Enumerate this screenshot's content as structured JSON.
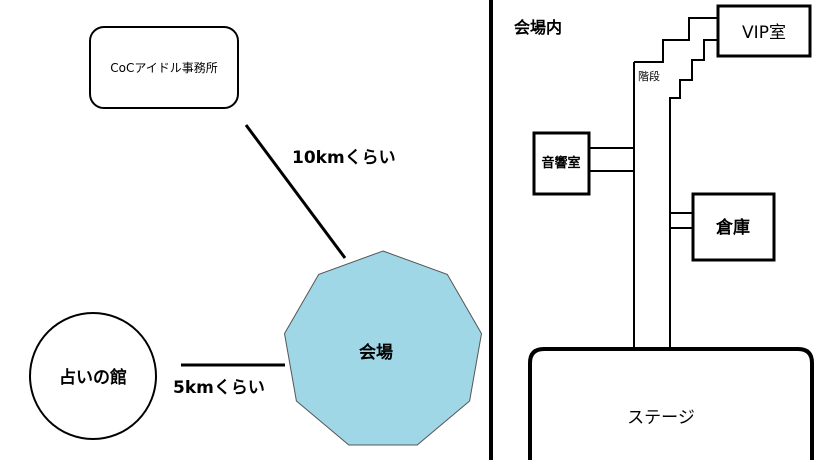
{
  "left_map": {
    "office_label": "CoCアイドル事務所",
    "office_distance": "10kmくらい",
    "venue_label": "会場",
    "fortune_label": "占いの館",
    "fortune_distance": "5kmくらい"
  },
  "venue_interior": {
    "title": "会場内",
    "vip_label": "VIP室",
    "stairs_label": "階段",
    "sound_room_label": "音響室",
    "storage_label": "倉庫",
    "stage_label": "ステージ"
  },
  "colors": {
    "venue_fill": "#9fd7e6",
    "line": "#000000"
  }
}
